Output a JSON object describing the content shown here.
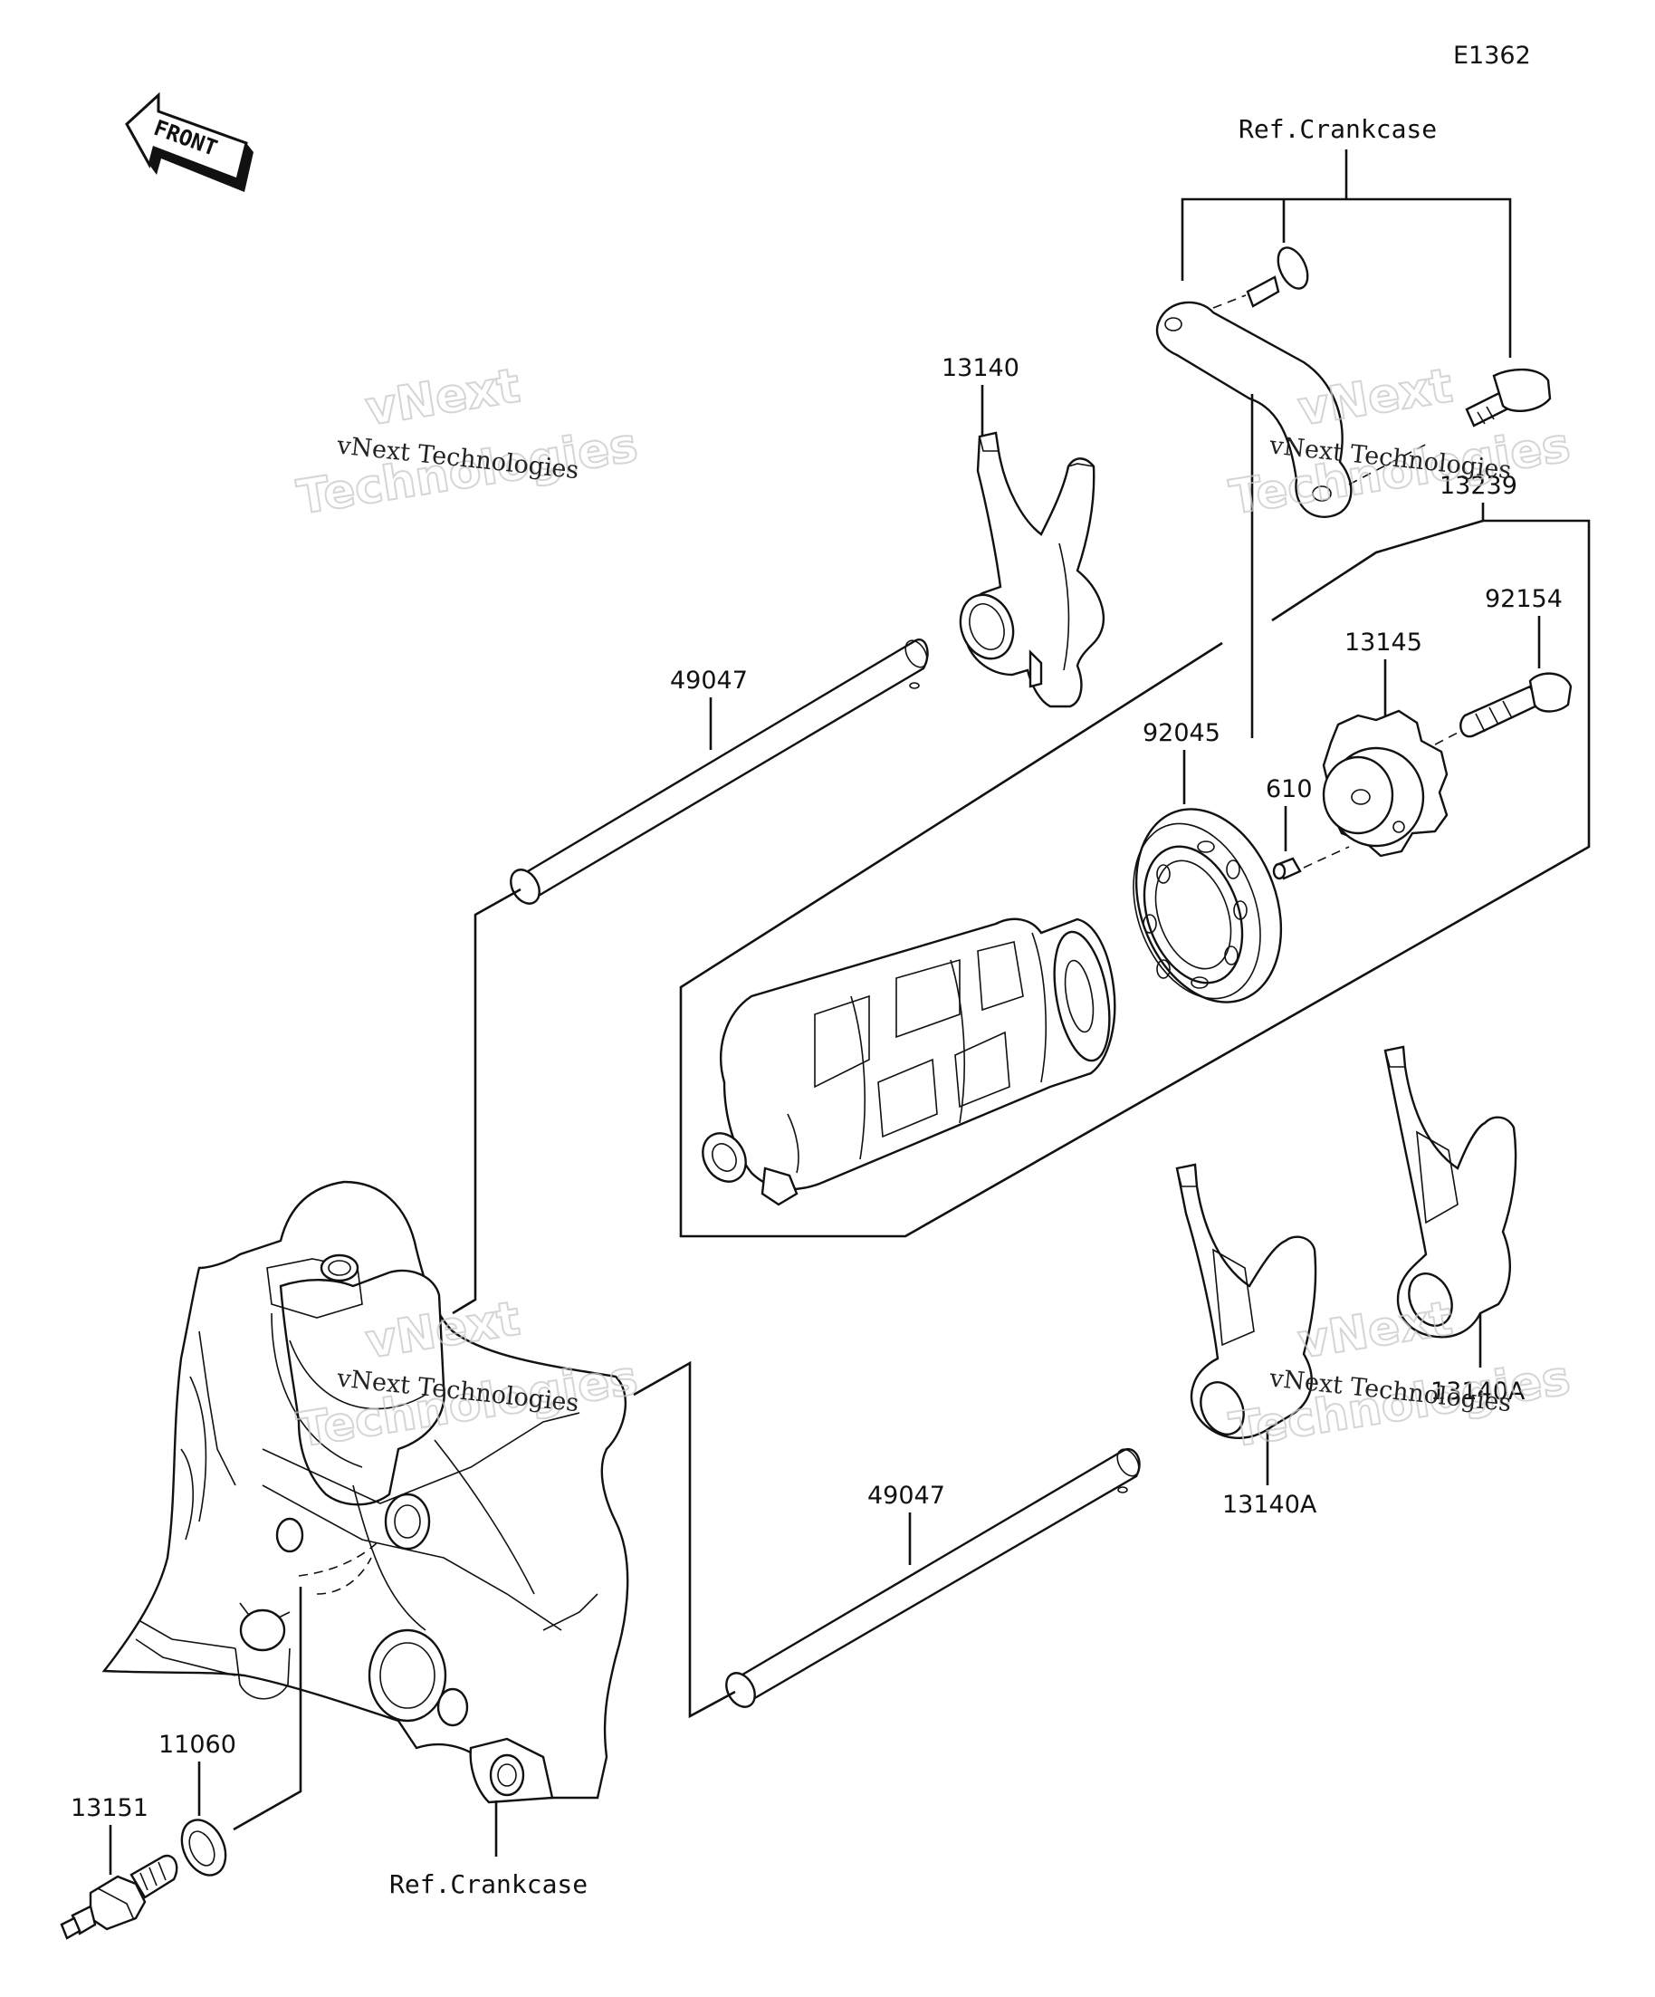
{
  "diagram_code": "E1362",
  "front_arrow_label": "FRONT",
  "references": {
    "crankcase_top": "Ref.Crankcase",
    "crankcase_bottom": "Ref.Crankcase"
  },
  "parts": {
    "p13140": "13140",
    "p13239": "13239",
    "p92154": "92154",
    "p13145": "13145",
    "p49047_upper": "49047",
    "p92045": "92045",
    "p610": "610",
    "p49047_lower": "49047",
    "p13140A_left": "13140A",
    "p13140A_right": "13140A",
    "p11060": "11060",
    "p13151": "13151"
  },
  "watermark": {
    "line1": "vNext",
    "line2": "Technologies",
    "caption": "vNext Technologies"
  }
}
